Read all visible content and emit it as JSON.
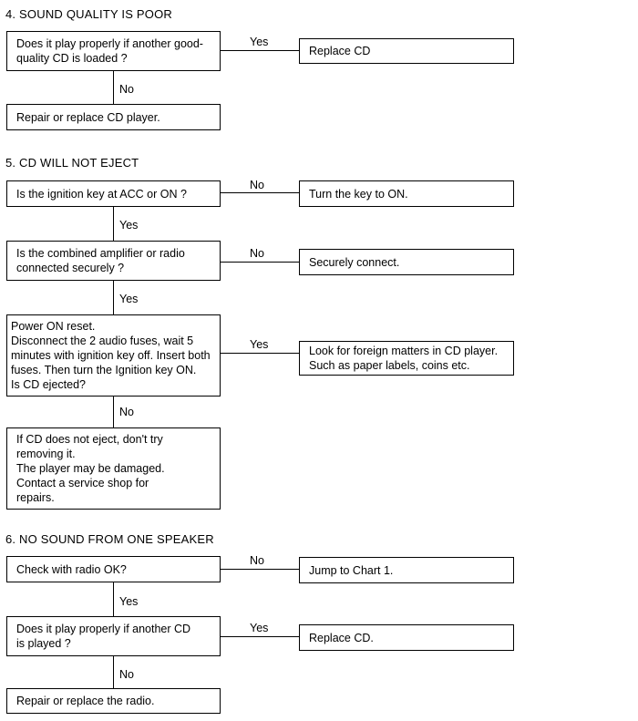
{
  "sections": [
    {
      "title": "4.  SOUND QUALITY IS POOR",
      "nodes": [
        {
          "text": "Does it play properly if another good-\nquality CD is loaded ?"
        },
        {
          "text": "Replace CD"
        },
        {
          "text": "Repair or replace CD player."
        }
      ],
      "edges": [
        "Yes",
        "No"
      ]
    },
    {
      "title": "5.  CD WILL NOT EJECT",
      "nodes": [
        {
          "text": "Is the ignition key at ACC or ON ?"
        },
        {
          "text": "Turn the key to ON."
        },
        {
          "text": "Is the combined amplifier or radio\nconnected securely ?"
        },
        {
          "text": "Securely connect."
        },
        {
          "text": "Power ON reset.\nDisconnect the 2 audio fuses, wait 5\nminutes with ignition key off. Insert both\nfuses. Then turn the Ignition key ON.\nIs CD ejected?"
        },
        {
          "text": "Look for foreign matters in CD player.\nSuch as paper labels, coins etc."
        },
        {
          "text": "If  CD does not eject, don't try\nremoving it.\nThe player may be damaged.\nContact a service shop for\nrepairs."
        }
      ],
      "edges": [
        "No",
        "Yes",
        "No",
        "Yes",
        "Yes",
        "No"
      ]
    },
    {
      "title": "6.  NO SOUND FROM ONE SPEAKER",
      "nodes": [
        {
          "text": "Check with radio OK?"
        },
        {
          "text": "Jump to Chart 1."
        },
        {
          "text": "Does it play properly if another CD\nis played ?"
        },
        {
          "text": "Replace CD."
        },
        {
          "text": "Repair or replace the radio."
        }
      ],
      "edges": [
        "No",
        "Yes",
        "Yes",
        "No"
      ]
    }
  ]
}
